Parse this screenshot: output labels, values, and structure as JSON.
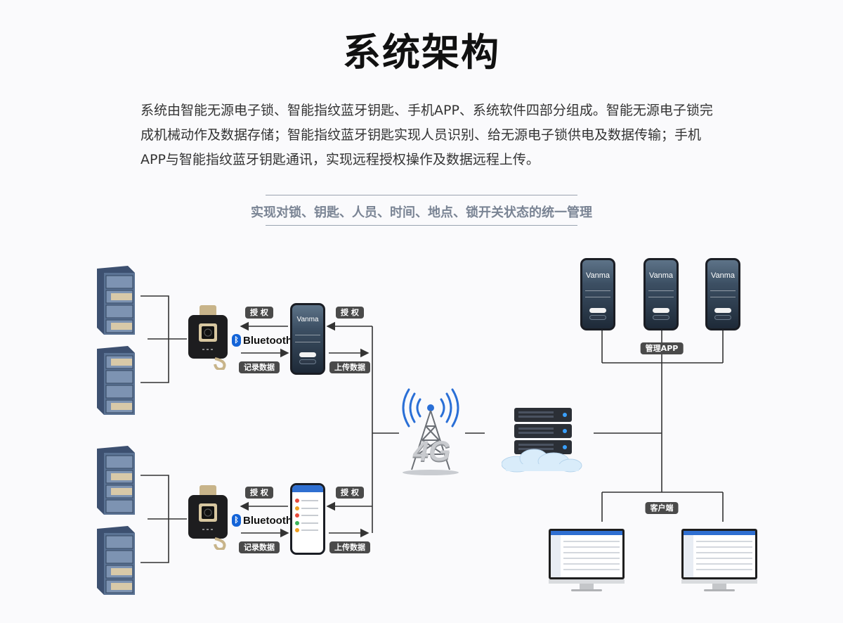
{
  "title": "系统架构",
  "intro": "系统由智能无源电子锁、智能指纹蓝牙钥匙、手机APP、系统软件四部分组成。智能无源电子锁完成机械动作及数据存储；智能指纹蓝牙钥匙实现人员识别、给无源电子锁供电及数据传输；手机APP与智能指纹蓝牙钥匙通讯，实现远程授权操作及数据远程上传。",
  "subtitle": "实现对锁、钥匙、人员、时间、地点、锁开关状态的统一管理",
  "labels": {
    "authorize": "授 权",
    "record": "记录数据",
    "upload": "上传数据",
    "bluetooth": "Bluetooth",
    "bluetooth_symbol": "ᛒ",
    "trademark": "®",
    "network": "4G",
    "brand": "Vanma",
    "admin_app": "管理APP",
    "client": "客户端"
  },
  "colors": {
    "cabinet": "#5b7394",
    "tag_bg": "#4a4a4a",
    "bluetooth": "#1464d8",
    "server": "#2b2f36",
    "monitor_bar": "#2f6fd1"
  },
  "icons": [
    "file-cabinet-icon",
    "fingerprint-key-icon",
    "bluetooth-icon",
    "phone-icon",
    "cell-tower-icon",
    "server-icon",
    "cloud-icon",
    "monitor-icon"
  ]
}
